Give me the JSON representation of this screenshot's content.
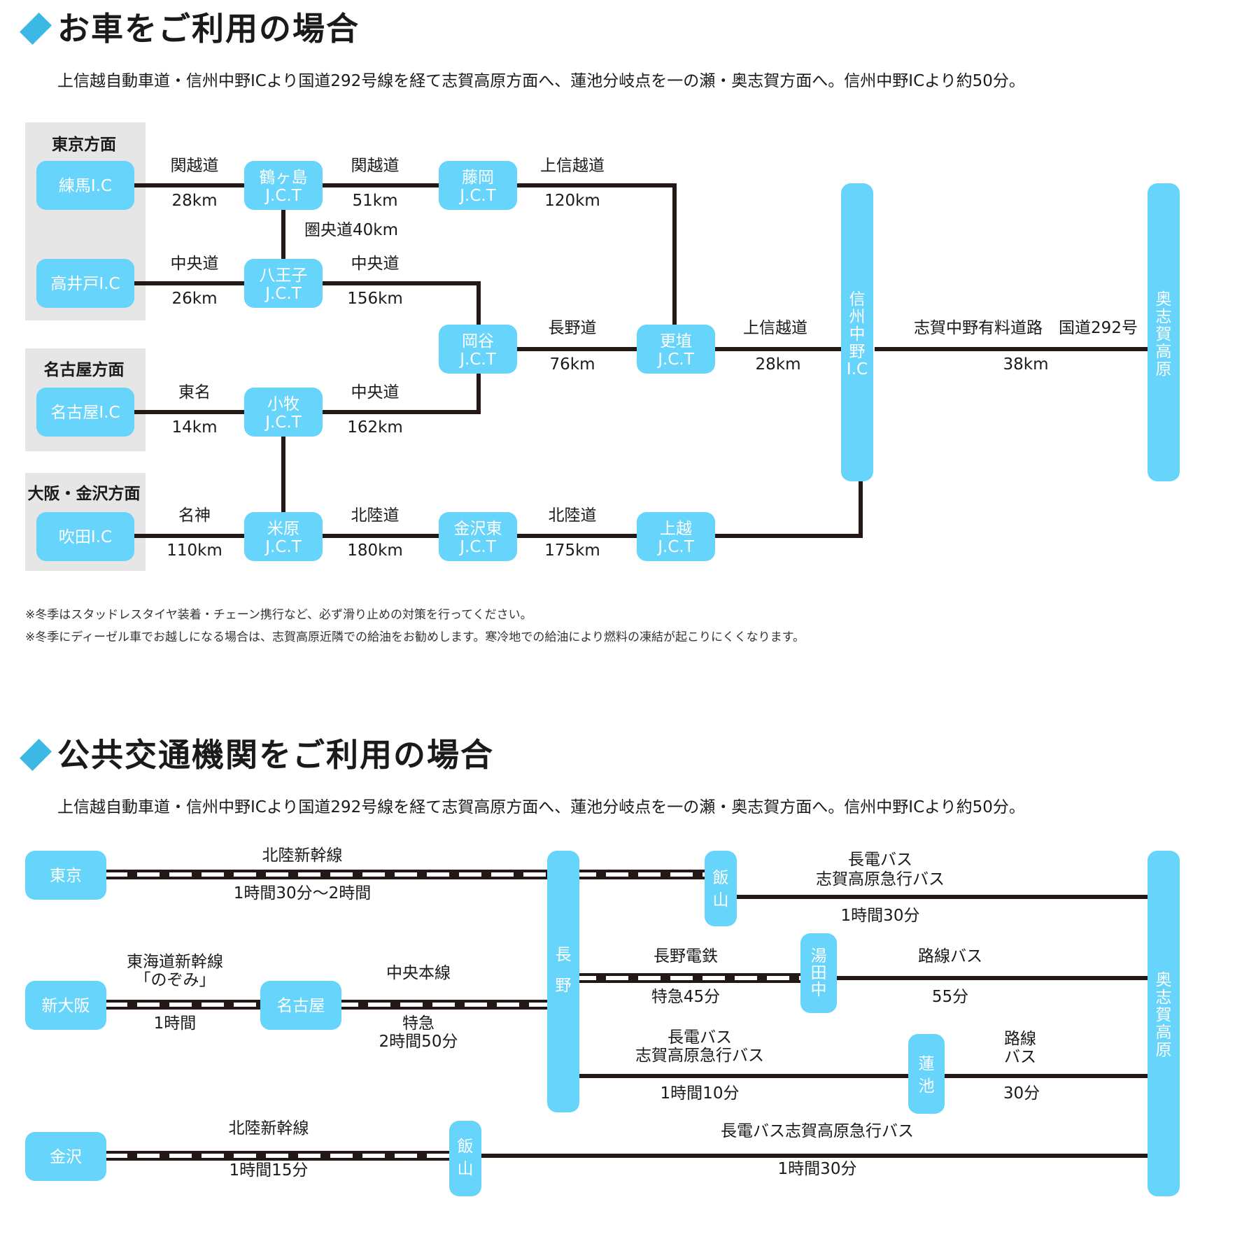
{
  "colors": {
    "accent": "#3bb8e4",
    "node": "#66d4fb",
    "region_bg": "#e6e6e6",
    "line": "#231815"
  },
  "car": {
    "title": "お車をご利用の場合",
    "description": "上信越自動車道・信州中野ICより国道292号線を経て志賀高原方面へ、蓮池分岐点を一の瀬・奥志賀方面へ。信州中野ICより約50分。",
    "regions": [
      "東京方面",
      "名古屋方面",
      "大阪・金沢方面"
    ],
    "nodes": {
      "nerima": "練馬I.C",
      "takaido": "高井戸I.C",
      "nagoya": "名古屋I.C",
      "suita": "吹田I.C",
      "tsurugashima": [
        "鶴ヶ島",
        "J.C.T"
      ],
      "hachioji": [
        "八王子",
        "J.C.T"
      ],
      "komaki": [
        "小牧",
        "J.C.T"
      ],
      "maibara": [
        "米原",
        "J.C.T"
      ],
      "fujioka": [
        "藤岡",
        "J.C.T"
      ],
      "okaya": [
        "岡谷",
        "J.C.T"
      ],
      "kanazawahigashi": [
        "金沢東",
        "J.C.T"
      ],
      "koshoku": [
        "更埴",
        "J.C.T"
      ],
      "joetsu": [
        "上越",
        "J.C.T"
      ],
      "shinshunakano": [
        "信",
        "州",
        "中",
        "野",
        "I.C"
      ],
      "okushiga": [
        "奥",
        "志",
        "賀",
        "高",
        "原"
      ]
    },
    "edges": [
      {
        "road": "関越道",
        "dist": "28km"
      },
      {
        "road": "関越道",
        "dist": "51km"
      },
      {
        "road": "上信越道",
        "dist": "120km"
      },
      {
        "road": "圏央道40km",
        "dist": ""
      },
      {
        "road": "中央道",
        "dist": "26km"
      },
      {
        "road": "中央道",
        "dist": "156km"
      },
      {
        "road": "長野道",
        "dist": "76km"
      },
      {
        "road": "上信越道",
        "dist": "28km"
      },
      {
        "road": "志賀中野有料道路　国道292号",
        "dist": "38km"
      },
      {
        "road": "東名",
        "dist": "14km"
      },
      {
        "road": "中央道",
        "dist": "162km"
      },
      {
        "road": "名神",
        "dist": "110km"
      },
      {
        "road": "北陸道",
        "dist": "180km"
      },
      {
        "road": "北陸道",
        "dist": "175km"
      }
    ],
    "notes": [
      "※冬季はスタッドレスタイヤ装着・チェーン携行など、必ず滑り止めの対策を行ってください。",
      "※冬季にディーゼル車でお越しになる場合は、志賀高原近隣での給油をお勧めします。寒冷地での給油により燃料の凍結が起こりにくくなります。"
    ]
  },
  "transit": {
    "title": "公共交通機関をご利用の場合",
    "description": "上信越自動車道・信州中野ICより国道292号線を経て志賀高原方面へ、蓮池分岐点を一の瀬・奥志賀方面へ。信州中野ICより約50分。",
    "nodes": {
      "tokyo": "東京",
      "shinosaka": "新大阪",
      "nagoya": "名古屋",
      "kanazawa": "金沢",
      "nagano": [
        "長",
        "野"
      ],
      "iiyama1": [
        "飯",
        "山"
      ],
      "iiyama2": [
        "飯",
        "山"
      ],
      "yudanaka": [
        "湯",
        "田",
        "中"
      ],
      "hasuike": [
        "蓮",
        "池"
      ],
      "okushiga": [
        "奥",
        "志",
        "賀",
        "高",
        "原"
      ]
    },
    "labels": {
      "hokuriku1": "北陸新幹線",
      "hokuriku1_time": "1時間30分～2時間",
      "tokaido1": "東海道新幹線",
      "tokaido2": "「のぞみ」",
      "tokaido_time": "1時間",
      "chuo": "中央本線",
      "chuo_t1": "特急",
      "chuo_t2": "2時間50分",
      "choden1a": "長電バス",
      "choden1b": "志賀高原急行バス",
      "choden1_time": "1時間30分",
      "nagano_dentetsu": "長野電鉄",
      "nagano_dentetsu_time": "特急45分",
      "rosen1": "路線バス",
      "rosen1_time": "55分",
      "choden2a": "長電バス",
      "choden2b": "志賀高原急行バス",
      "choden2_time": "1時間10分",
      "rosen2a": "路線",
      "rosen2b": "バス",
      "rosen2_time": "30分",
      "hokuriku2": "北陸新幹線",
      "hokuriku2_time": "1時間15分",
      "choden3": "長電バス志賀高原急行バス",
      "choden3_time": "1時間30分"
    }
  }
}
